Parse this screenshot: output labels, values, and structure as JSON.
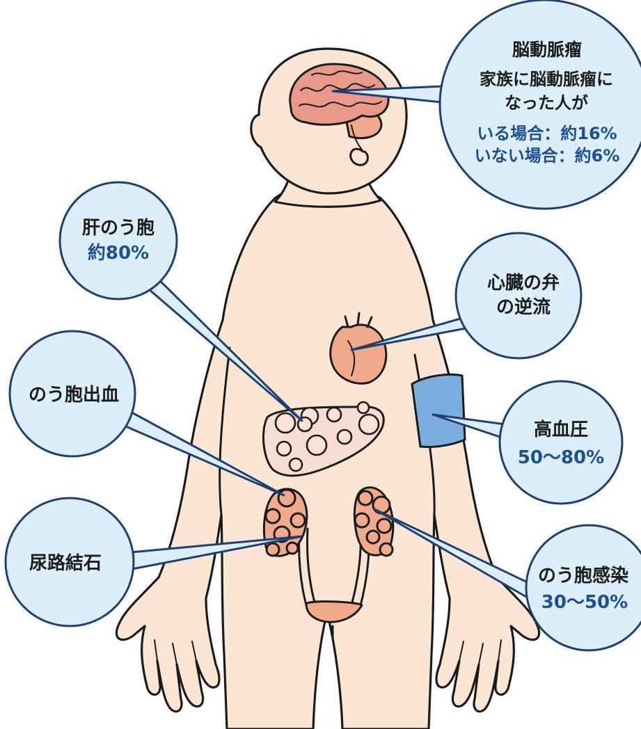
{
  "colors": {
    "bubble_fill": "#dbeef9",
    "bubble_stroke": "#1e3f74",
    "value_text": "#1d4f91",
    "skin": "#fbe6d4",
    "organ": "#f1a98c",
    "cuff": "#7aaedc"
  },
  "callouts": {
    "aneurysm": {
      "title": "脳動脈瘤",
      "line1": "家族に脳動脈瘤に",
      "line2": "なった人が",
      "value1": "いる場合：約16%",
      "value2": "いない場合：約6%"
    },
    "liver_cyst": {
      "title": "肝のう胞",
      "value": "約80%"
    },
    "heart_valve": {
      "line1": "心臓の弁",
      "line2": "の逆流"
    },
    "cyst_bleeding": {
      "title": "のう胞出血"
    },
    "hypertension": {
      "title": "高血圧",
      "value": "50～80%"
    },
    "urinary_stones": {
      "title": "尿路結石"
    },
    "cyst_infection": {
      "title": "のう胞感染",
      "value": "30～50%"
    }
  }
}
